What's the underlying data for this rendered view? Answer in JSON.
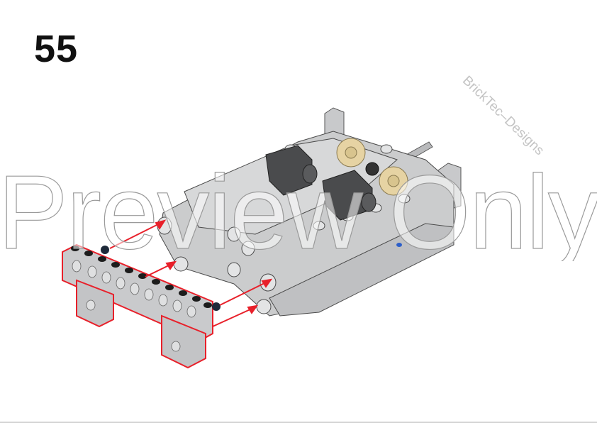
{
  "page": {
    "step_number": "55",
    "brand_watermark": "BrickTec–Designs",
    "preview_watermark": "Preview Only"
  },
  "illustration": {
    "subject": "lego-technic-gearbox-assembly",
    "new_part": "technic-beam-with-feet",
    "part_highlight_color": "#e8202a",
    "arrow_color": "#e8202a",
    "body_color": "#c8c9cb",
    "dark_part_color": "#4a4b4d",
    "gear_color": "#e6d3a3",
    "arrow_count": 4
  }
}
